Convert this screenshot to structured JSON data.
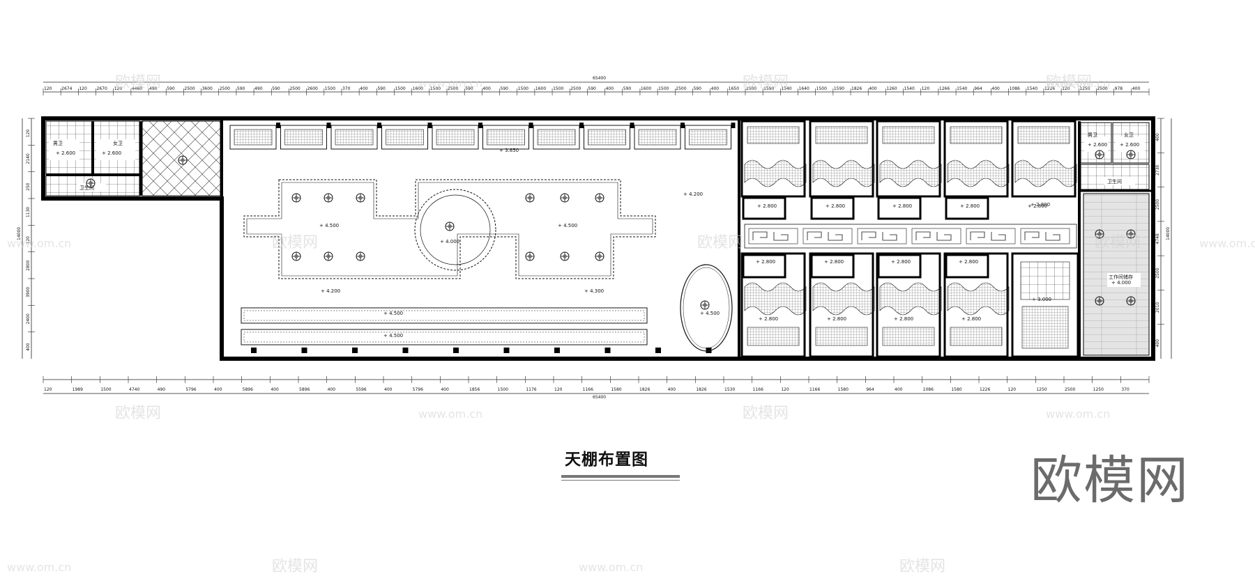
{
  "drawing": {
    "title": "天棚布置图",
    "total_top": "65400",
    "total_bottom": "65400",
    "right_total": "14000",
    "left_total": "14000"
  },
  "dims": {
    "top_left": [
      "120",
      "2674",
      "120",
      "2670",
      "120",
      "4460",
      "490",
      "590",
      "2500",
      "3600",
      "2500",
      "590",
      "490",
      "590",
      "2500",
      "2600",
      "1500",
      "370",
      "400",
      "590",
      "1500",
      "1600",
      "1500",
      "2500",
      "590",
      "400",
      "590",
      "1500",
      "1600",
      "1500",
      "2500",
      "590",
      "400",
      "590",
      "1600",
      "1500",
      "2500",
      "590",
      "400",
      "1650",
      "2500",
      "1590",
      "1540",
      "1640",
      "1500",
      "1590",
      "1826",
      "400",
      "1260",
      "1540",
      "120",
      "1266",
      "1540",
      "964",
      "400",
      "1086",
      "1540",
      "1226",
      "120",
      "1250",
      "2500",
      "978",
      "400"
    ],
    "bottom": [
      "120",
      "1989",
      "1500",
      "4740",
      "490",
      "5796",
      "400",
      "5896",
      "400",
      "5896",
      "400",
      "5596",
      "400",
      "5796",
      "400",
      "1856",
      "1500",
      "1176",
      "120",
      "1166",
      "1580",
      "1826",
      "400",
      "1826",
      "1530",
      "1166",
      "120",
      "1166",
      "1580",
      "964",
      "400",
      "1086",
      "1580",
      "1226",
      "120",
      "1250",
      "2500",
      "1250",
      "370"
    ],
    "right": [
      "400",
      "2730",
      "2500",
      "4748",
      "2500",
      "2010",
      "400"
    ],
    "left": [
      "120",
      "2140",
      "250",
      "1130",
      "120",
      "2800",
      "3900",
      "2400",
      "400"
    ]
  },
  "levels": {
    "top_left": [
      "+ 2.600",
      "+ 2.600"
    ],
    "corridor": [
      "+ 3.850"
    ],
    "hall": [
      "+ 4.500",
      "+ 4.000",
      "+ 4.500",
      "+ 4.200",
      "+ 4.300",
      "+ 4.500",
      "+ 4.500",
      "+ 4.500",
      "+ 4.200"
    ],
    "rooms_top": [
      "+ 2.800",
      "+ 2.800",
      "+ 2.800",
      "+ 2.800",
      "+ 2.800"
    ],
    "rooms_mid": [
      "+ 2.800",
      "+ 2.800",
      "+ 2.800",
      "+ 2.800"
    ],
    "rooms_low": [
      "+ 2.800",
      "+ 2.800",
      "+ 2.800",
      "+ 2.800"
    ],
    "right_wc": [
      "+ 2.600",
      "+ 2.600",
      "+ 4.000",
      "+ 3.000",
      "+ 2.800"
    ]
  },
  "labels": {
    "wc_left": "卫生间",
    "wc_right": "卫生间",
    "male": "男卫",
    "female": "女卫",
    "storage": "工作间储存"
  },
  "watermark": {
    "brand": "欧模网",
    "url": "www.om.cn",
    "logo_text": "欧模网"
  }
}
